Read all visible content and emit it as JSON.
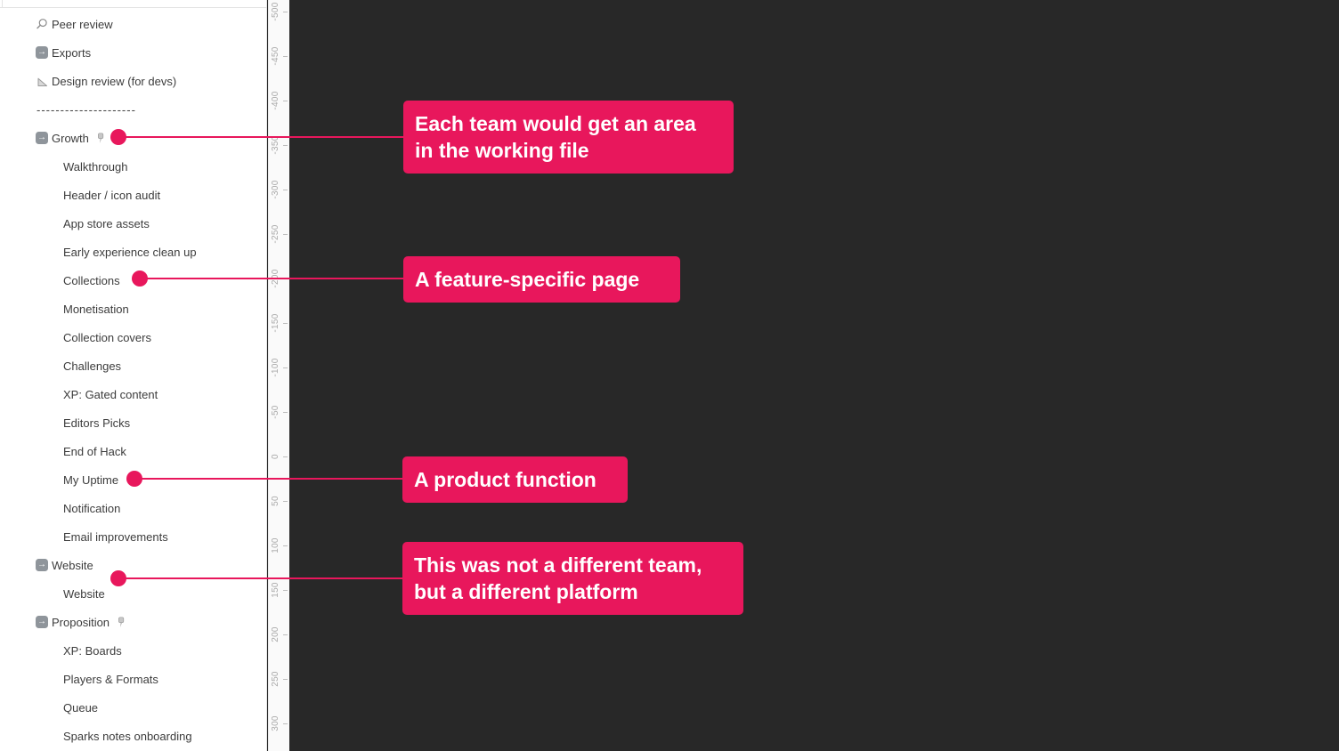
{
  "colors": {
    "accent": "#e8175c",
    "canvas": "#282828",
    "sidebar": "#ffffff",
    "ruler": "#fafafa"
  },
  "pages": {
    "items": [
      {
        "label": "Peer review",
        "icon": "magnifier",
        "level": 0
      },
      {
        "label": "Exports",
        "icon": "frame-arrow",
        "level": 0
      },
      {
        "label": "Design review (for devs)",
        "icon": "triangle-ruler",
        "level": 0
      },
      {
        "label": "---------------------",
        "icon": "none",
        "level": 0
      },
      {
        "label": "Growth",
        "icon": "frame-arrow",
        "pin": true,
        "level": 0
      },
      {
        "label": "Walkthrough",
        "level": 1
      },
      {
        "label": "Header / icon audit",
        "level": 1
      },
      {
        "label": "App store assets",
        "level": 1
      },
      {
        "label": "Early experience clean up",
        "level": 1
      },
      {
        "label": "Collections",
        "level": 1
      },
      {
        "label": "Monetisation",
        "level": 1
      },
      {
        "label": "Collection covers",
        "level": 1
      },
      {
        "label": "Challenges",
        "level": 1
      },
      {
        "label": "XP: Gated content",
        "level": 1
      },
      {
        "label": "Editors Picks",
        "level": 1
      },
      {
        "label": "End of Hack",
        "level": 1
      },
      {
        "label": "My Uptime",
        "level": 1
      },
      {
        "label": "Notification",
        "level": 1
      },
      {
        "label": "Email improvements",
        "level": 1
      },
      {
        "label": "Website",
        "icon": "frame-arrow",
        "level": 0
      },
      {
        "label": "Website",
        "level": 1
      },
      {
        "label": "Proposition",
        "icon": "frame-arrow",
        "pin": true,
        "level": 0
      },
      {
        "label": "XP: Boards",
        "level": 1
      },
      {
        "label": "Players & Formats",
        "level": 1
      },
      {
        "label": "Queue",
        "level": 1
      },
      {
        "label": "Sparks notes onboarding",
        "level": 1
      }
    ]
  },
  "ruler": {
    "labels": [
      "-500",
      "-450",
      "-400",
      "-350",
      "-300",
      "-250",
      "-200",
      "-150",
      "-100",
      "-50",
      "0",
      "50",
      "100",
      "150",
      "200",
      "250",
      "300"
    ]
  },
  "callouts": [
    {
      "text": "Each team would get an area\nin the working file"
    },
    {
      "text": "A feature-specific page"
    },
    {
      "text": "A product function"
    },
    {
      "text": "This was not a different team,\nbut a different platform"
    }
  ]
}
